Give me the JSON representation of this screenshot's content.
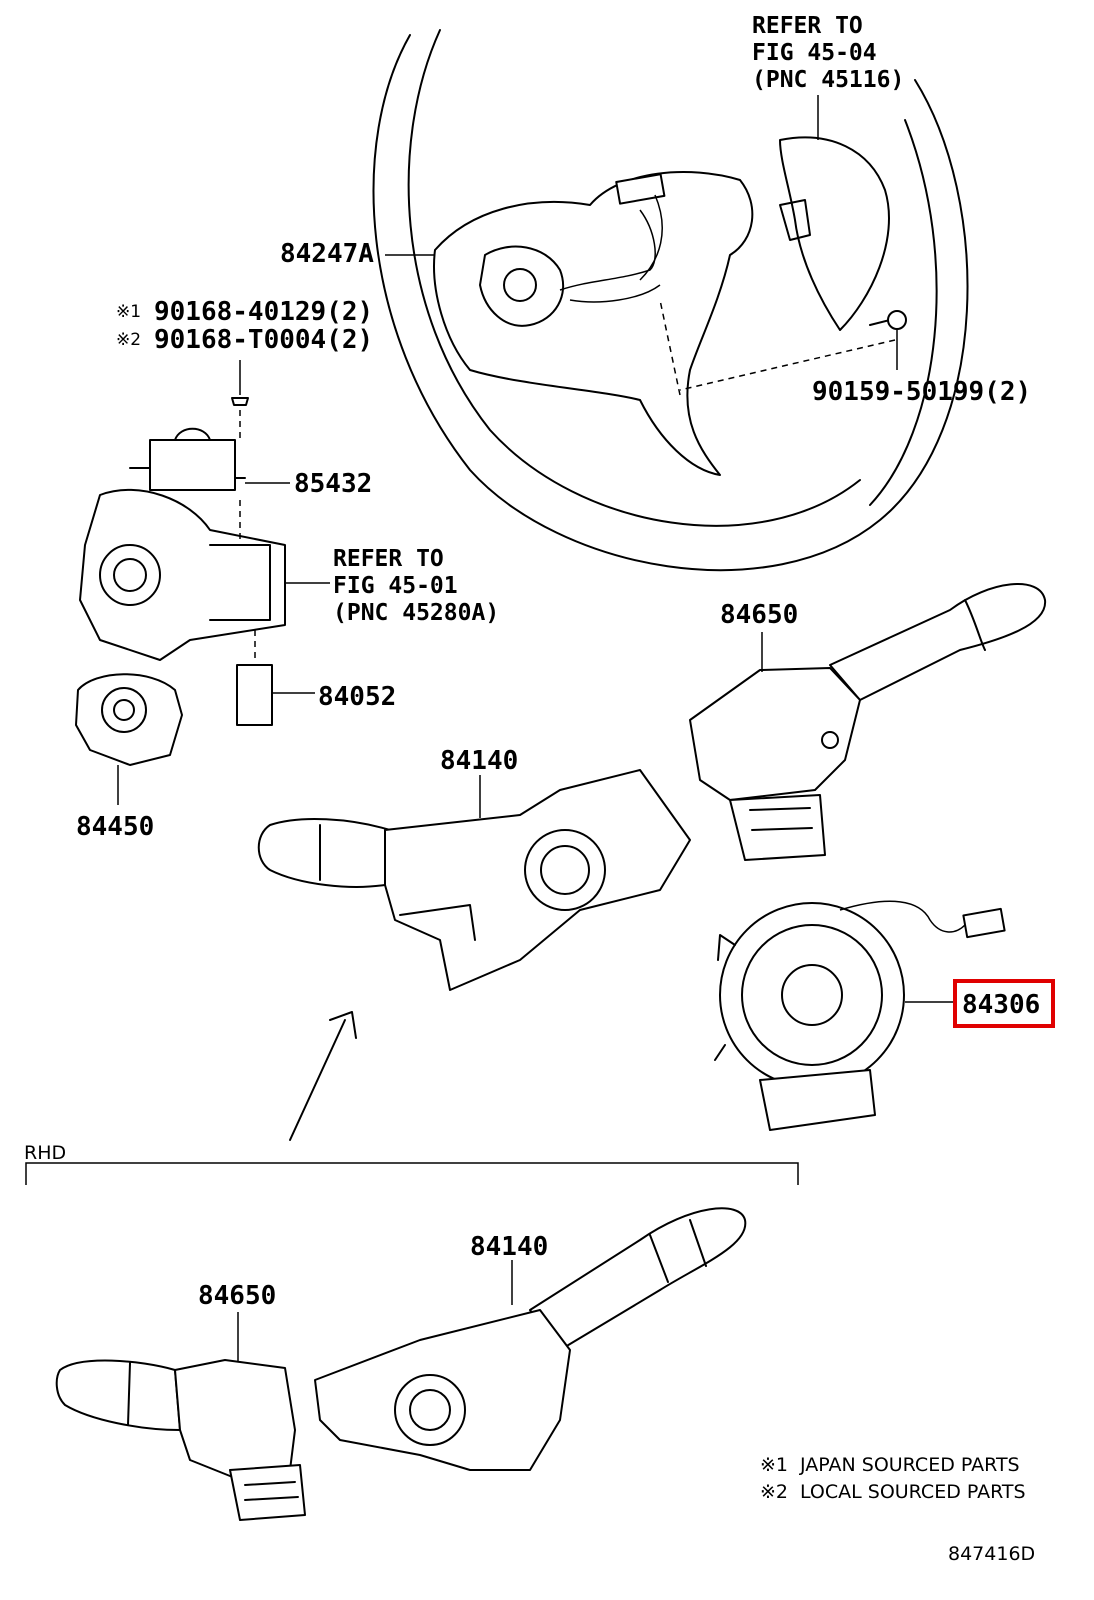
{
  "diagram_id": "847416D",
  "refs": {
    "fig_45_04": {
      "line1": "REFER TO",
      "line2": "FIG 45-04",
      "line3": "(PNC 45116)"
    },
    "fig_45_01": {
      "line1": "REFER TO",
      "line2": "FIG 45-01",
      "line3": "(PNC 45280A)"
    }
  },
  "screws": {
    "line1_mark": "※1",
    "line1_text": "90168-40129(2)",
    "line2_mark": "※2",
    "line2_text": "90168-T0004(2)"
  },
  "labels": {
    "p84247A": "84247A",
    "p90159": "90159-50199(2)",
    "p85432": "85432",
    "p84052": "84052",
    "p84450": "84450",
    "p84650": "84650",
    "p84140": "84140",
    "p84306": "84306",
    "rhd_84650": "84650",
    "rhd_84140": "84140"
  },
  "section": {
    "rhd": "RHD"
  },
  "notes": {
    "n1_mark": "※1",
    "n1_text": "JAPAN SOURCED PARTS",
    "n2_mark": "※2",
    "n2_text": "LOCAL SOURCED PARTS"
  },
  "highlight_color": "#e00000"
}
